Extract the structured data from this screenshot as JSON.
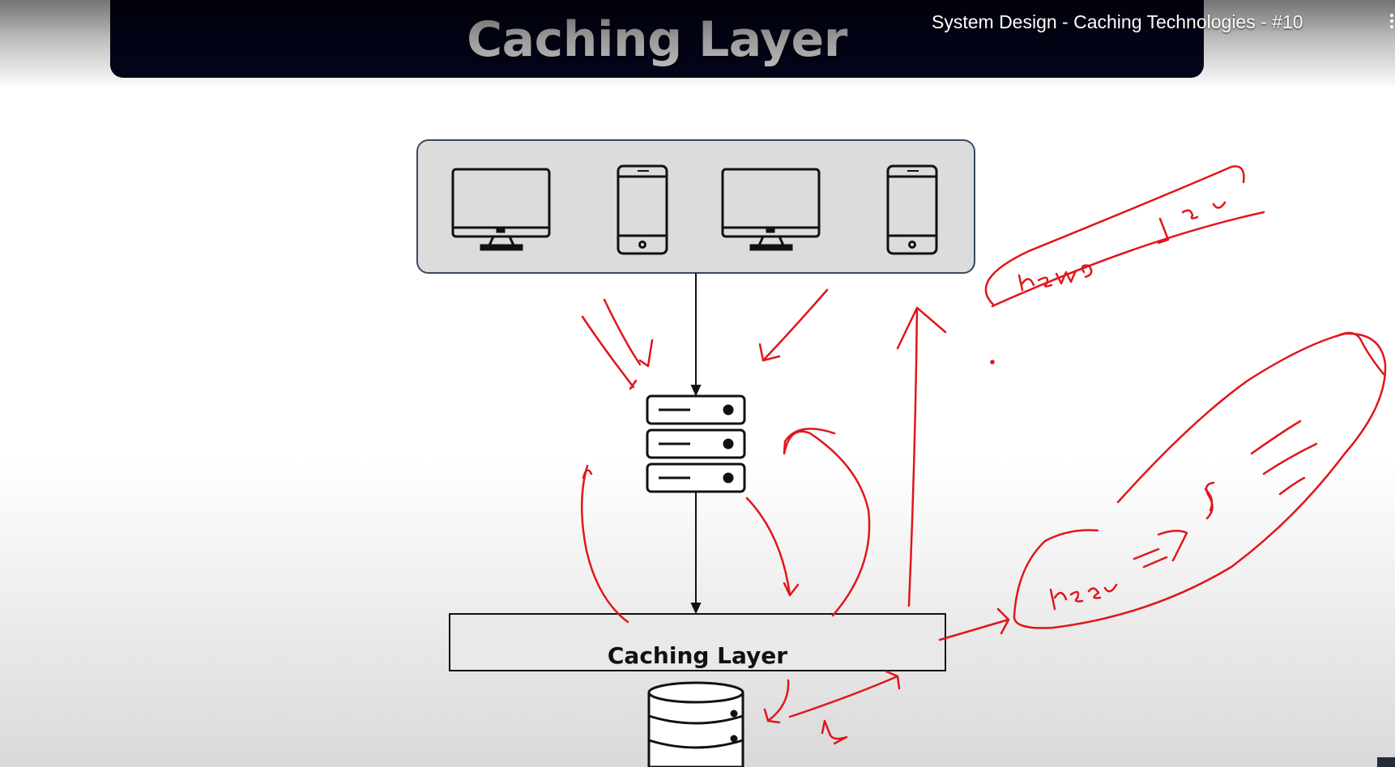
{
  "video": {
    "title": "System Design - Caching Technologies - #10"
  },
  "slide": {
    "heading": "Caching Layer",
    "caching_box_label": "Caching Layer",
    "clients": [
      {
        "type": "desktop-icon"
      },
      {
        "type": "phone-icon"
      },
      {
        "type": "desktop-icon"
      },
      {
        "type": "phone-icon"
      }
    ],
    "server_icon": "server-rack-icon",
    "database_icon": "database-icon"
  },
  "annotations": {
    "color": "#e0161b",
    "handwriting_1": "news 1au",
    "handwriting_2": "nesu"
  },
  "colors": {
    "banner_bg": "#03041a",
    "banner_text": "#cfcfcf",
    "client_panel_bg": "#dcdcdc",
    "ink": "#e0161b"
  }
}
